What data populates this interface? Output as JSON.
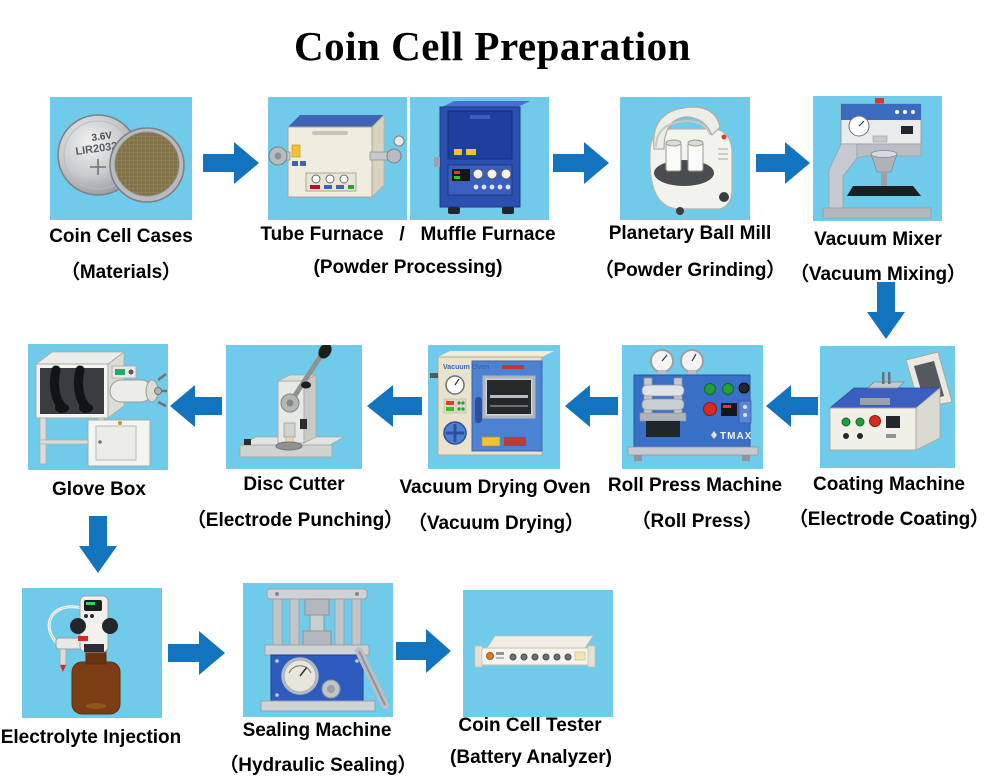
{
  "title": "Coin Cell Preparation",
  "colors": {
    "background": "#FFFFFF",
    "box_bg": "#6FCBE9",
    "arrow": "#1273BE",
    "label": "#000000"
  },
  "nodes": {
    "coin_cell_cases": {
      "label": "Coin Cell Cases",
      "sub": "（Materials）"
    },
    "furnaces": {
      "label": "Tube Furnace   /   Muffle Furnace",
      "sub": "(Powder Processing)"
    },
    "ball_mill": {
      "label": "Planetary Ball Mill",
      "sub": "（Powder Grinding）"
    },
    "vacuum_mixer": {
      "label": "Vacuum Mixer",
      "sub": "（Vacuum Mixing）"
    },
    "coating_machine": {
      "label": "Coating Machine",
      "sub": "（Electrode Coating）"
    },
    "roll_press": {
      "label": "Roll Press Machine",
      "sub": "（Roll Press）"
    },
    "vacuum_oven": {
      "label": "Vacuum Drying Oven",
      "sub": "（Vacuum Drying）"
    },
    "disc_cutter": {
      "label": "Disc Cutter",
      "sub": "（Electrode Punching）"
    },
    "glove_box": {
      "label": "Glove Box"
    },
    "electrolyte_injection": {
      "label": "Electrolyte Injection"
    },
    "sealing_machine": {
      "label": "Sealing Machine",
      "sub": "（Hydraulic Sealing）"
    },
    "coin_cell_tester": {
      "label": "Coin Cell Tester",
      "sub": "(Battery Analyzer)"
    }
  },
  "equipment_text": {
    "coin_voltage": "3.6V",
    "coin_model": "LIR2032",
    "roll_press_brand": "TMAX",
    "oven_panel": "Vacuum Oven"
  }
}
